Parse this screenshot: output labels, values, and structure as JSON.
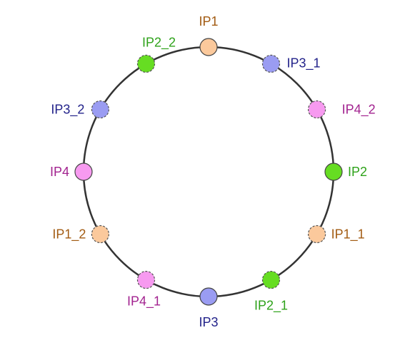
{
  "colors": {
    "ring": "#333333",
    "orange_fill": "#fbc99c",
    "orange_text": "#a25b12",
    "green_fill": "#66dd22",
    "green_text": "#2ea21a",
    "blue_fill": "#9a9cf2",
    "blue_text": "#22228a",
    "pink_fill": "#f79af0",
    "pink_text": "#a2228f"
  },
  "nodes": [
    {
      "label": "IP1",
      "group": "orange",
      "style": "solid"
    },
    {
      "label": "IP3_1",
      "group": "blue",
      "style": "dashed"
    },
    {
      "label": "IP4_2",
      "group": "pink",
      "style": "dashed"
    },
    {
      "label": "IP2",
      "group": "green",
      "style": "solid"
    },
    {
      "label": "IP1_1",
      "group": "orange",
      "style": "dashed"
    },
    {
      "label": "IP2_1",
      "group": "green",
      "style": "dashed"
    },
    {
      "label": "IP3",
      "group": "blue",
      "style": "solid"
    },
    {
      "label": "IP4_1",
      "group": "pink",
      "style": "dashed"
    },
    {
      "label": "IP1_2",
      "group": "orange",
      "style": "dashed"
    },
    {
      "label": "IP4",
      "group": "pink",
      "style": "solid"
    },
    {
      "label": "IP3_2",
      "group": "blue",
      "style": "dashed"
    },
    {
      "label": "IP2_2",
      "group": "green",
      "style": "dashed"
    }
  ]
}
